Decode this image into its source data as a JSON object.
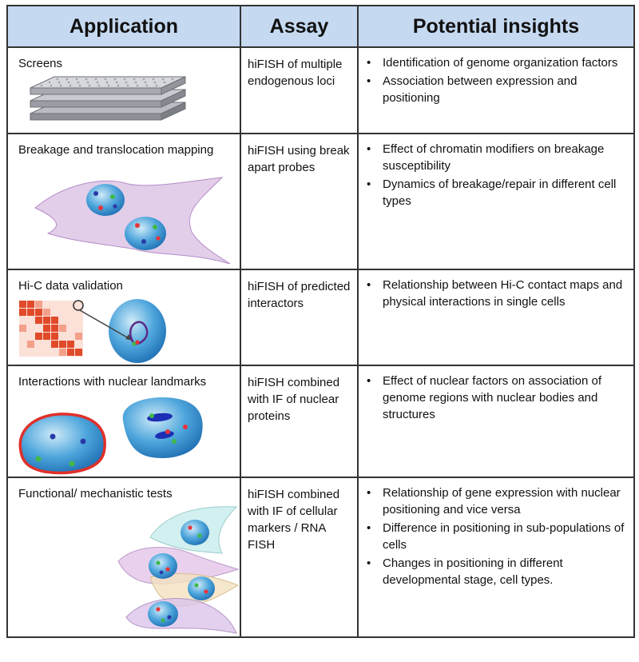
{
  "headers": {
    "application": "Application",
    "assay": "Assay",
    "insights": "Potential insights"
  },
  "rows": [
    {
      "application": "Screens",
      "assay": "hiFISH of multiple endogenous loci",
      "figure": "stacked-multiwell-plates",
      "insights": [
        "Identification of genome organization factors",
        "Association between expression and positioning"
      ]
    },
    {
      "application": "Breakage and translocation mapping",
      "assay": "hiFISH using break apart probes",
      "figure": "two-cells-with-nuclei",
      "insights": [
        "Effect of chromatin modifiers on breakage susceptibility",
        "Dynamics of breakage/repair  in different cell types"
      ]
    },
    {
      "application": "Hi-C data validation",
      "assay": "hiFISH of predicted interactors",
      "figure": "hic-matrix-and-loop-nucleus",
      "insights": [
        "Relationship between Hi-C contact maps and physical interactions in single cells"
      ]
    },
    {
      "application": "Interactions with nuclear landmarks",
      "assay": "hiFISH combined with IF of nuclear proteins",
      "figure": "nuclei-with-lamina-and-bodies",
      "insights": [
        "Effect of nuclear factors on association of genome regions with nuclear bodies and structures"
      ]
    },
    {
      "application": "Functional/ mechanistic tests",
      "assay": "hiFISH combined with IF of cellular markers / RNA FISH",
      "figure": "multiple-colored-cells",
      "insights": [
        "Relationship of gene expression with nuclear positioning and vice versa",
        "Difference in positioning in sub-populations of cells",
        "Changes in positioning in different developmental stage, cell types."
      ]
    }
  ],
  "colors": {
    "header_bg": "#c5d9f1",
    "nucleus": "#2f8fce",
    "cell_membrane": "#c9a3d8",
    "lamina": "#e0302a",
    "hic_dark": "#e04a2a"
  }
}
